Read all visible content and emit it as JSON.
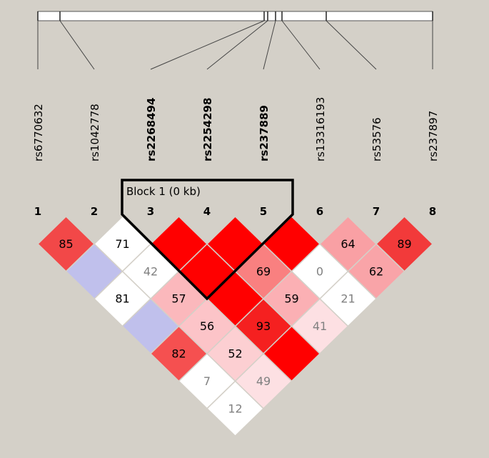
{
  "block": {
    "label": "Block 1 (0 kb)",
    "markers": [
      3,
      4,
      5
    ]
  },
  "markers": [
    {
      "index": "1",
      "name": "rs6770632",
      "bold": false
    },
    {
      "index": "2",
      "name": "rs1042778",
      "bold": false
    },
    {
      "index": "3",
      "name": "rs2268494",
      "bold": true
    },
    {
      "index": "4",
      "name": "rs2254298",
      "bold": true
    },
    {
      "index": "5",
      "name": "rs237889",
      "bold": true
    },
    {
      "index": "6",
      "name": "rs13316193",
      "bold": false
    },
    {
      "index": "7",
      "name": "rs53576",
      "bold": false
    },
    {
      "index": "8",
      "name": "rs237897",
      "bold": false
    }
  ],
  "colors": {
    "background": "#d4d0c8",
    "strong_ld": "#ff0000",
    "low_lod": "#c0c0ec",
    "none": "#ffffff"
  },
  "cells": [
    {
      "i": 1,
      "j": 2,
      "value": "85",
      "fill": "#f24848",
      "text": "#000000"
    },
    {
      "i": 2,
      "j": 3,
      "value": "71",
      "fill": "#ffffff",
      "text": "#000000"
    },
    {
      "i": 3,
      "j": 4,
      "value": "",
      "fill": "#ff0000",
      "text": "#000000"
    },
    {
      "i": 4,
      "j": 5,
      "value": "",
      "fill": "#ff0000",
      "text": "#000000"
    },
    {
      "i": 5,
      "j": 6,
      "value": "",
      "fill": "#ff0000",
      "text": "#000000"
    },
    {
      "i": 6,
      "j": 7,
      "value": "64",
      "fill": "#f9a0a4",
      "text": "#000000"
    },
    {
      "i": 7,
      "j": 8,
      "value": "89",
      "fill": "#f23a3a",
      "text": "#000000"
    },
    {
      "i": 1,
      "j": 3,
      "value": "",
      "fill": "#c0c0ec",
      "text": "#000000"
    },
    {
      "i": 2,
      "j": 4,
      "value": "42",
      "fill": "#ffffff",
      "text": "#808080"
    },
    {
      "i": 3,
      "j": 5,
      "value": "",
      "fill": "#ff0000",
      "text": "#000000"
    },
    {
      "i": 4,
      "j": 6,
      "value": "69",
      "fill": "#f98080",
      "text": "#000000"
    },
    {
      "i": 5,
      "j": 7,
      "value": "0",
      "fill": "#ffffff",
      "text": "#808080"
    },
    {
      "i": 6,
      "j": 8,
      "value": "62",
      "fill": "#f9a4a8",
      "text": "#000000"
    },
    {
      "i": 1,
      "j": 4,
      "value": "81",
      "fill": "#ffffff",
      "text": "#000000"
    },
    {
      "i": 2,
      "j": 5,
      "value": "57",
      "fill": "#fbb8bc",
      "text": "#000000"
    },
    {
      "i": 3,
      "j": 6,
      "value": "",
      "fill": "#ff0000",
      "text": "#000000"
    },
    {
      "i": 4,
      "j": 7,
      "value": "59",
      "fill": "#fbb0b4",
      "text": "#000000"
    },
    {
      "i": 5,
      "j": 8,
      "value": "21",
      "fill": "#ffffff",
      "text": "#808080"
    },
    {
      "i": 1,
      "j": 5,
      "value": "",
      "fill": "#c0c0ec",
      "text": "#000000"
    },
    {
      "i": 2,
      "j": 6,
      "value": "56",
      "fill": "#fcc4c8",
      "text": "#000000"
    },
    {
      "i": 3,
      "j": 7,
      "value": "93",
      "fill": "#f52020",
      "text": "#000000"
    },
    {
      "i": 4,
      "j": 8,
      "value": "41",
      "fill": "#fde0e3",
      "text": "#808080"
    },
    {
      "i": 1,
      "j": 6,
      "value": "82",
      "fill": "#f55050",
      "text": "#000000"
    },
    {
      "i": 2,
      "j": 7,
      "value": "52",
      "fill": "#fccfd2",
      "text": "#000000"
    },
    {
      "i": 3,
      "j": 8,
      "value": "",
      "fill": "#ff0000",
      "text": "#000000"
    },
    {
      "i": 1,
      "j": 7,
      "value": "7",
      "fill": "#ffffff",
      "text": "#808080"
    },
    {
      "i": 2,
      "j": 8,
      "value": "49",
      "fill": "#fde0e3",
      "text": "#808080"
    },
    {
      "i": 1,
      "j": 8,
      "value": "12",
      "fill": "#ffffff",
      "text": "#808080"
    }
  ]
}
